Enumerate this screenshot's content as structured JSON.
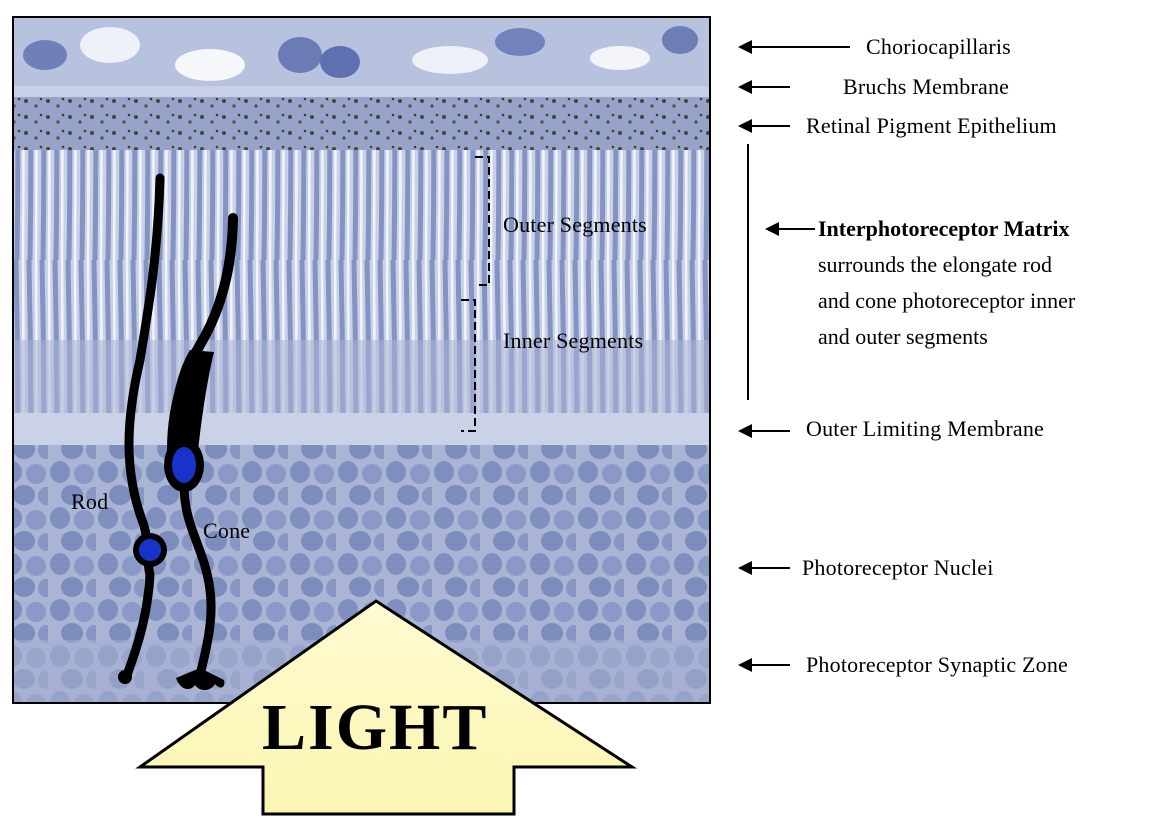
{
  "labels": {
    "choriocapillaris": "Choriocapillaris",
    "bruchs": "Bruchs Membrane",
    "rpe": "Retinal Pigment Epithelium",
    "matrix_title": "Interphotoreceptor Matrix",
    "matrix_line1": "surrounds the elongate rod",
    "matrix_line2": "and cone photoreceptor inner",
    "matrix_line3": "and outer segments",
    "olm": "Outer Limiting Membrane",
    "nuclei": "Photoreceptor Nuclei",
    "synaptic": "Photoreceptor Synaptic Zone",
    "outer_segments": "Outer Segments",
    "inner_segments": "Inner Segments",
    "rod": "Rod",
    "cone": "Cone",
    "light": "LIGHT"
  },
  "colors": {
    "tissue_background": "#b9c3dc",
    "nuclei": "#7f8fbe",
    "pigment": "#3f4a3a",
    "cell_nucleus": "#1833c9",
    "arrow_fill": "#fdfbc9"
  }
}
